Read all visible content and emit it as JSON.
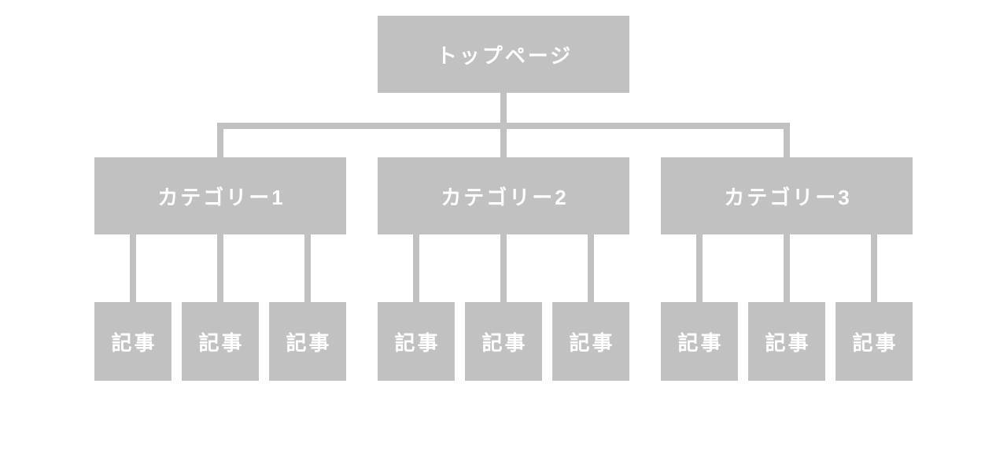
{
  "diagram": {
    "root": {
      "label": "トップページ"
    },
    "categories": [
      {
        "label": "カテゴリー1",
        "articles": [
          "記事",
          "記事",
          "記事"
        ]
      },
      {
        "label": "カテゴリー2",
        "articles": [
          "記事",
          "記事",
          "記事"
        ]
      },
      {
        "label": "カテゴリー3",
        "articles": [
          "記事",
          "記事",
          "記事"
        ]
      }
    ],
    "colors": {
      "node_fill": "#c1c1c1",
      "node_text": "#ffffff",
      "connector": "#c1c1c1",
      "background": "#ffffff"
    }
  }
}
